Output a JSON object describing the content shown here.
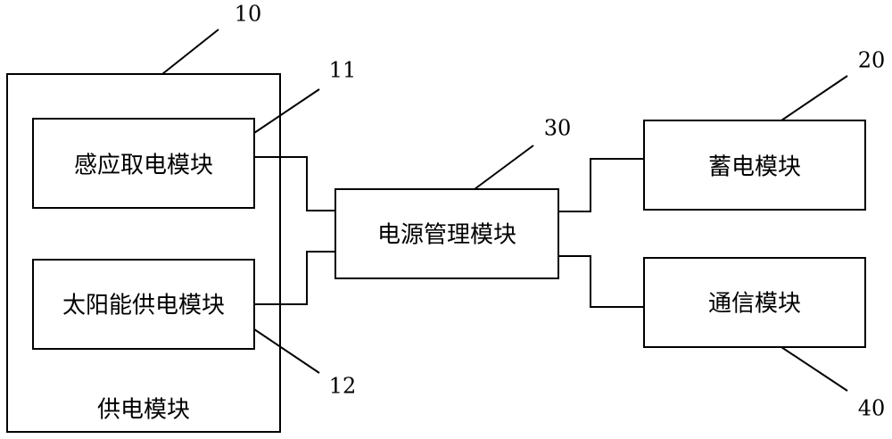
{
  "colors": {
    "stroke": "#000000",
    "background": "#ffffff"
  },
  "boxes": {
    "power_supply_group": "供电模块",
    "induction_module": "感应取电模块",
    "solar_module": "太阳能供电模块",
    "power_management_module": "电源管理模块",
    "storage_module": "蓄电模块",
    "communication_module": "通信模块"
  },
  "refs": {
    "power_supply_group": "10",
    "induction_module": "11",
    "solar_module": "12",
    "power_management_module": "30",
    "storage_module": "20",
    "communication_module": "40"
  }
}
